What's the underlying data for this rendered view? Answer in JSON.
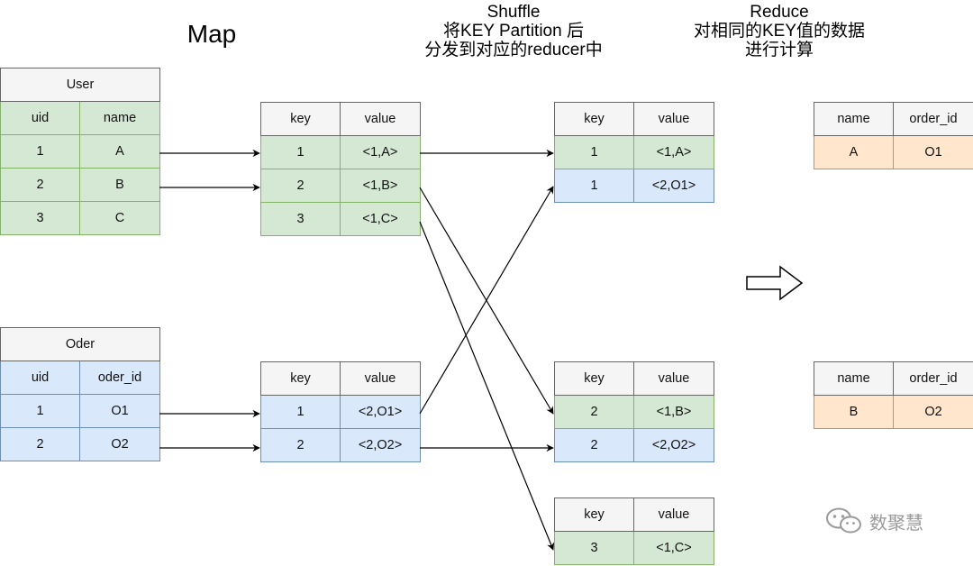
{
  "headings": {
    "map": "Map",
    "shuffle": "Shuffle\n将KEY Partition 后\n分发到对应的reducer中",
    "reduce": "Reduce\n对相同的KEY值的数据\n进行计算"
  },
  "user_table": {
    "title": "User",
    "columns": [
      "uid",
      "name"
    ],
    "rows": [
      [
        "1",
        "A"
      ],
      [
        "2",
        "B"
      ],
      [
        "3",
        "C"
      ]
    ]
  },
  "oder_table": {
    "title": "Oder",
    "columns": [
      "uid",
      "oder_id"
    ],
    "rows": [
      [
        "1",
        "O1"
      ],
      [
        "2",
        "O2"
      ]
    ]
  },
  "map_user": {
    "columns": [
      "key",
      "value"
    ],
    "rows": [
      [
        "1",
        "<1,A>"
      ],
      [
        "2",
        "<1,B>"
      ],
      [
        "3",
        "<1,C>"
      ]
    ]
  },
  "map_oder": {
    "columns": [
      "key",
      "value"
    ],
    "rows": [
      [
        "1",
        "<2,O1>"
      ],
      [
        "2",
        "<2,O2>"
      ]
    ]
  },
  "shuffle_1": {
    "columns": [
      "key",
      "value"
    ],
    "rows": [
      [
        "1",
        "<1,A>"
      ],
      [
        "1",
        "<2,O1>"
      ]
    ]
  },
  "shuffle_2": {
    "columns": [
      "key",
      "value"
    ],
    "rows": [
      [
        "2",
        "<1,B>"
      ],
      [
        "2",
        "<2,O2>"
      ]
    ]
  },
  "shuffle_3": {
    "columns": [
      "key",
      "value"
    ],
    "rows": [
      [
        "3",
        "<1,C>"
      ]
    ]
  },
  "reduce_1": {
    "columns": [
      "name",
      "order_id"
    ],
    "rows": [
      [
        "A",
        "O1"
      ]
    ]
  },
  "reduce_2": {
    "columns": [
      "name",
      "order_id"
    ],
    "rows": [
      [
        "B",
        "O2"
      ]
    ]
  },
  "watermark": {
    "text": "数聚慧",
    "icon": "wechat-icon"
  }
}
